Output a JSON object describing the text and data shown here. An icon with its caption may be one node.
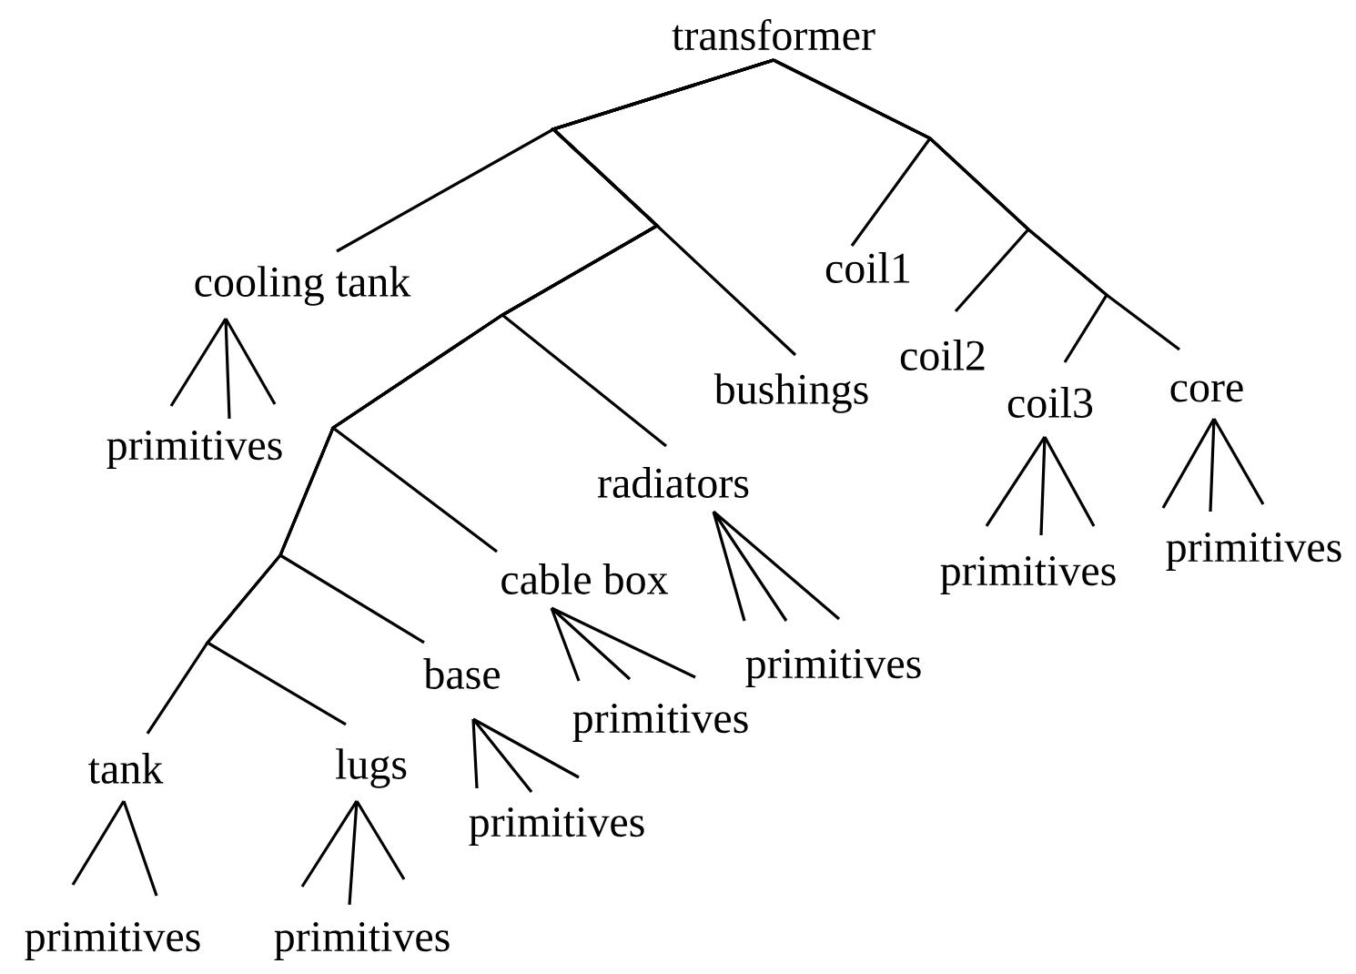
{
  "diagram": {
    "nodes": [
      {
        "text": [
          "transformer"
        ]
      },
      {
        "text": [
          "cooling tank"
        ]
      },
      {
        "text": [
          "primitives"
        ]
      },
      {
        "text": [
          "coil1"
        ]
      },
      {
        "text": [
          "coil2"
        ]
      },
      {
        "text": [
          "bushings"
        ]
      },
      {
        "text": [
          "coil3"
        ]
      },
      {
        "text": [
          "core"
        ]
      },
      {
        "text": [
          "primitives"
        ]
      },
      {
        "text": [
          "primitives"
        ]
      },
      {
        "text": [
          "radiators"
        ]
      },
      {
        "text": [
          "primitives"
        ]
      },
      {
        "text": [
          "cable box"
        ]
      },
      {
        "text": [
          "primitives"
        ]
      },
      {
        "text": [
          "base"
        ]
      },
      {
        "text": [
          "primitives"
        ]
      },
      {
        "text": [
          "tank"
        ]
      },
      {
        "text": [
          "lugs"
        ]
      },
      {
        "text": [
          "primitives"
        ]
      },
      {
        "text": [
          "primitives"
        ]
      }
    ],
    "edges": [
      {
        "from": 0,
        "to": 1,
        "arrow": "none"
      },
      {
        "from": 0,
        "to": 5,
        "arrow": "none"
      },
      {
        "from": 0,
        "to": 10,
        "arrow": "none"
      },
      {
        "from": 0,
        "to": 12,
        "arrow": "none"
      },
      {
        "from": 0,
        "to": 14,
        "arrow": "none"
      },
      {
        "from": 0,
        "to": 17,
        "arrow": "none"
      },
      {
        "from": 0,
        "to": 16,
        "arrow": "none"
      },
      {
        "from": 0,
        "to": 3,
        "arrow": "none"
      },
      {
        "from": 0,
        "to": 4,
        "arrow": "none"
      },
      {
        "from": 0,
        "to": 6,
        "arrow": "none"
      },
      {
        "from": 0,
        "to": 7,
        "arrow": "none"
      },
      {
        "from": 1,
        "to": 2,
        "arrow": "none"
      },
      {
        "from": 6,
        "to": 8,
        "arrow": "none"
      },
      {
        "from": 7,
        "to": 9,
        "arrow": "none"
      },
      {
        "from": 10,
        "to": 11,
        "arrow": "none"
      },
      {
        "from": 12,
        "to": 13,
        "arrow": "none"
      },
      {
        "from": 14,
        "to": 15,
        "arrow": "none"
      },
      {
        "from": 16,
        "to": 18,
        "arrow": "none"
      },
      {
        "from": 17,
        "to": 19,
        "arrow": "none"
      }
    ]
  }
}
